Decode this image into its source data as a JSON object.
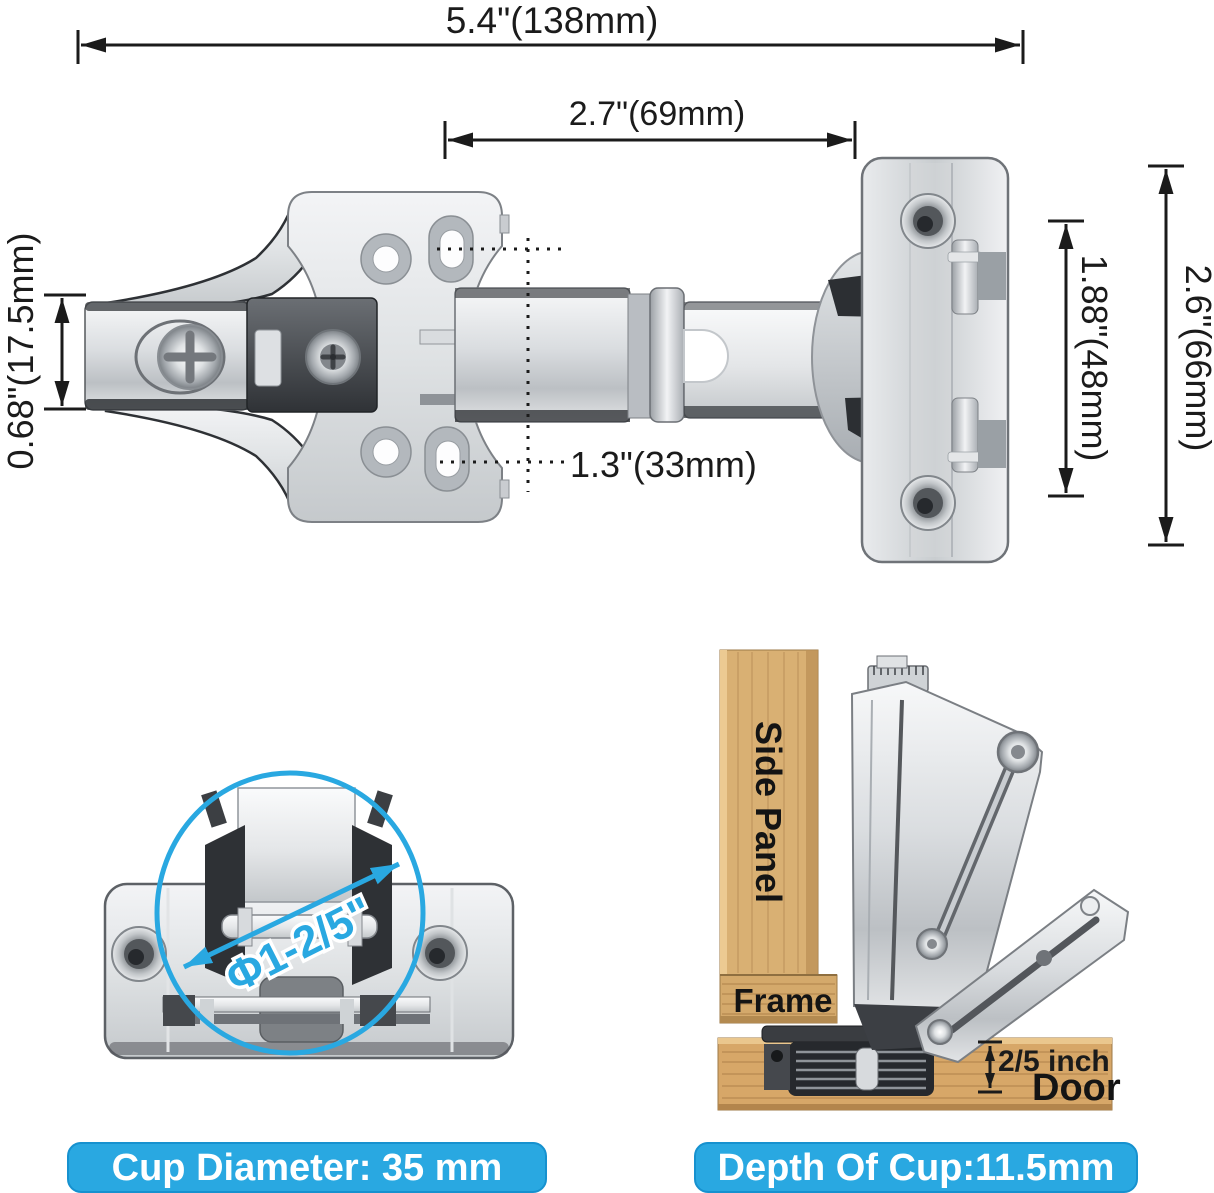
{
  "title": "Cabinet hinge dimension diagram",
  "colors": {
    "accent": "#29a8e1",
    "accent_border": "#1691cf",
    "line": "#1b1b1b",
    "wood": "#d7a768",
    "metal_light": "#eef0f2",
    "metal_dark": "#2e3135"
  },
  "dimensions": {
    "overall_length": "5.4\"(138mm)",
    "arm_length": "2.7\"(69mm)",
    "plate_thickness": "0.68\"(17.5mm)",
    "hole_spacing": "1.3\"(33mm)",
    "plate_screw_span": "1.88\"(48mm)",
    "plate_height": "2.6\"(66mm)"
  },
  "cup_figure": {
    "diameter_annotation": "Φ1-2/5\"",
    "caption": "Cup Diameter: 35 mm"
  },
  "install_figure": {
    "side_panel_label": "Side Panel",
    "frame_label": "Frame",
    "door_label": "Door",
    "depth_annotation": "2/5 inch",
    "caption": "Depth Of Cup:11.5mm"
  }
}
